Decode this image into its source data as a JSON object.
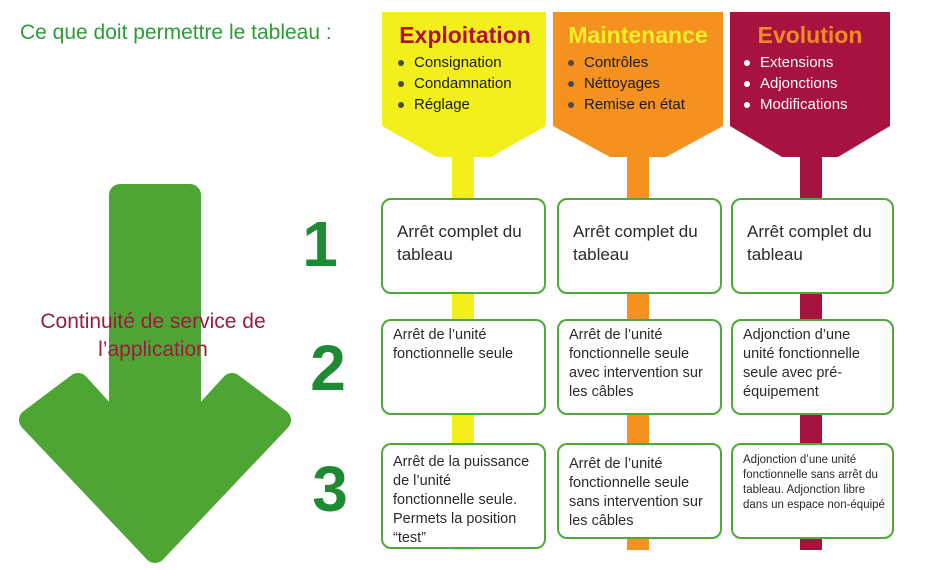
{
  "intro": "Ce que  doit permettre le tableau :",
  "continuity": "Continuité de service de l’application",
  "colors": {
    "exploitation": "#f2ef1a",
    "maintenance": "#f5921f",
    "evolution": "#a8123f",
    "arrow": "#4fa534",
    "box_border": "#4ea83a",
    "number": "#1f8a34"
  },
  "columns": [
    {
      "title": "Exploitation",
      "items": [
        "Consignation",
        "Condamnation",
        "Réglage"
      ],
      "levels": [
        "Arrêt complet du tableau",
        "Arrêt de l’unité fonctionnelle seule",
        "Arrêt de la puissance de l’unité fonctionnelle seule. Permets la position “test”"
      ]
    },
    {
      "title": "Maintenance",
      "items": [
        "Contrôles",
        "Néttoyages",
        "Remise en état"
      ],
      "levels": [
        "Arrêt complet du tableau",
        "Arrêt de l’unité fonctionnelle seule avec intervention sur les câbles",
        "Arrêt de l’unité fonctionnelle seule sans intervention sur les câbles"
      ]
    },
    {
      "title": "Evolution",
      "items": [
        "Extensions",
        "Adjonctions",
        "Modifications"
      ],
      "levels": [
        "Arrêt complet du tableau",
        "Adjonction d’une unité fonctionnelle seule avec pré-équipement",
        "Adjonction d’une unité fonctionnelle sans arrêt du tableau. Adjonction libre dans un espace non-équipé"
      ]
    }
  ],
  "numbers": [
    "1",
    "2",
    "3"
  ]
}
